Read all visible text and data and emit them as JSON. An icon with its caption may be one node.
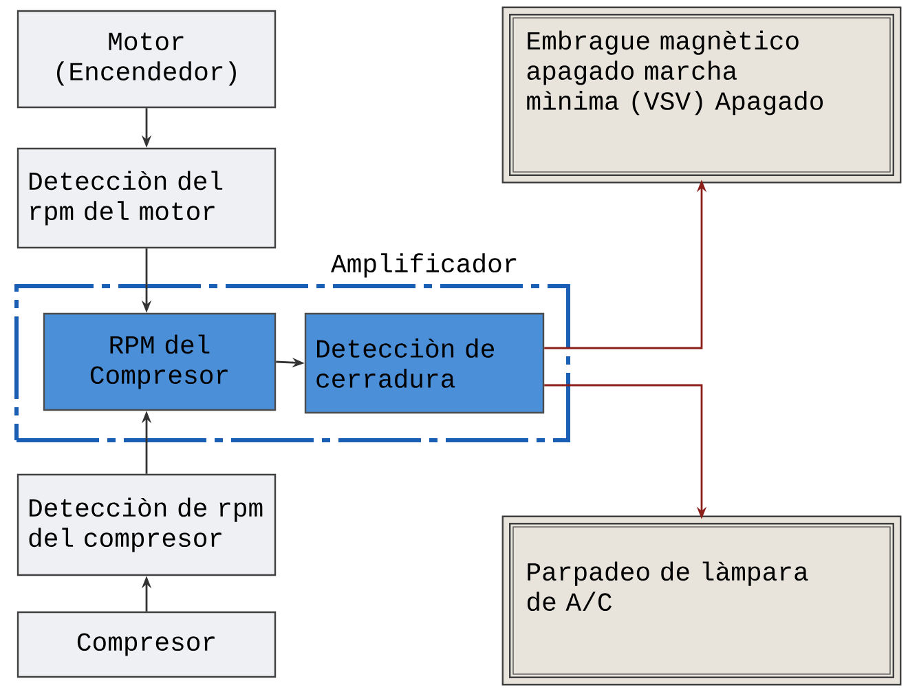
{
  "diagram": {
    "nodes": [
      {
        "text": [
          "Motor (Encendedor)"
        ]
      },
      {
        "text": [
          "Detecciòn del rpm del motor"
        ]
      },
      {
        "text": [
          "Amplificador"
        ]
      },
      {
        "text": [
          "RPM del Compresor"
        ],
        "in": 2
      },
      {
        "text": [
          "Detecciòn de cerradura"
        ],
        "in": 2
      },
      {
        "text": [
          "Detecciòn de rpm del compresor"
        ]
      },
      {
        "text": [
          "Compresor"
        ]
      },
      {
        "text": [
          "Embrague magnètico apagado marcha mìnima (VSV) Apagado"
        ]
      },
      {
        "text": [
          "Parpadeo de làmpara de A/C"
        ]
      }
    ],
    "edges": [
      {
        "from": 0,
        "to": 1,
        "arrow": "to"
      },
      {
        "from": 1,
        "to": 3,
        "arrow": "to"
      },
      {
        "from": 6,
        "to": 5,
        "arrow": "to"
      },
      {
        "from": 5,
        "to": 3,
        "arrow": "to"
      },
      {
        "from": 3,
        "to": 4,
        "arrow": "to"
      },
      {
        "from": 4,
        "to": 7,
        "arrow": "to",
        "color": "#8b1f1a"
      },
      {
        "from": 4,
        "to": 8,
        "arrow": "to",
        "color": "#8b1f1a"
      }
    ]
  }
}
